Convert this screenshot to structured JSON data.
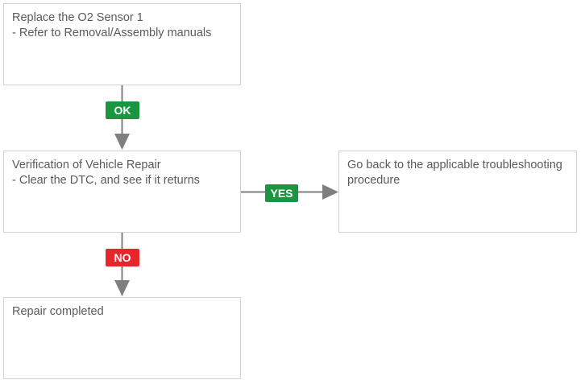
{
  "boxes": {
    "replace_sensor": {
      "line1": "Replace the O2 Sensor 1",
      "line2": "- Refer to Removal/Assembly manuals"
    },
    "verification": {
      "line1": "Verification of Vehicle Repair",
      "line2": "- Clear the DTC, and see if it returns"
    },
    "go_back": {
      "line1": "Go back to the applicable troubleshooting procedure"
    },
    "repair_completed": {
      "line1": "Repair completed"
    }
  },
  "labels": {
    "ok": "OK",
    "yes": "YES",
    "no": "NO"
  },
  "colors": {
    "ok": "#1a9640",
    "yes": "#1a9640",
    "no": "#e5262a",
    "connector": "#7f7f7f",
    "box_border": "#d2d2d2",
    "text": "#5a5a5a"
  }
}
